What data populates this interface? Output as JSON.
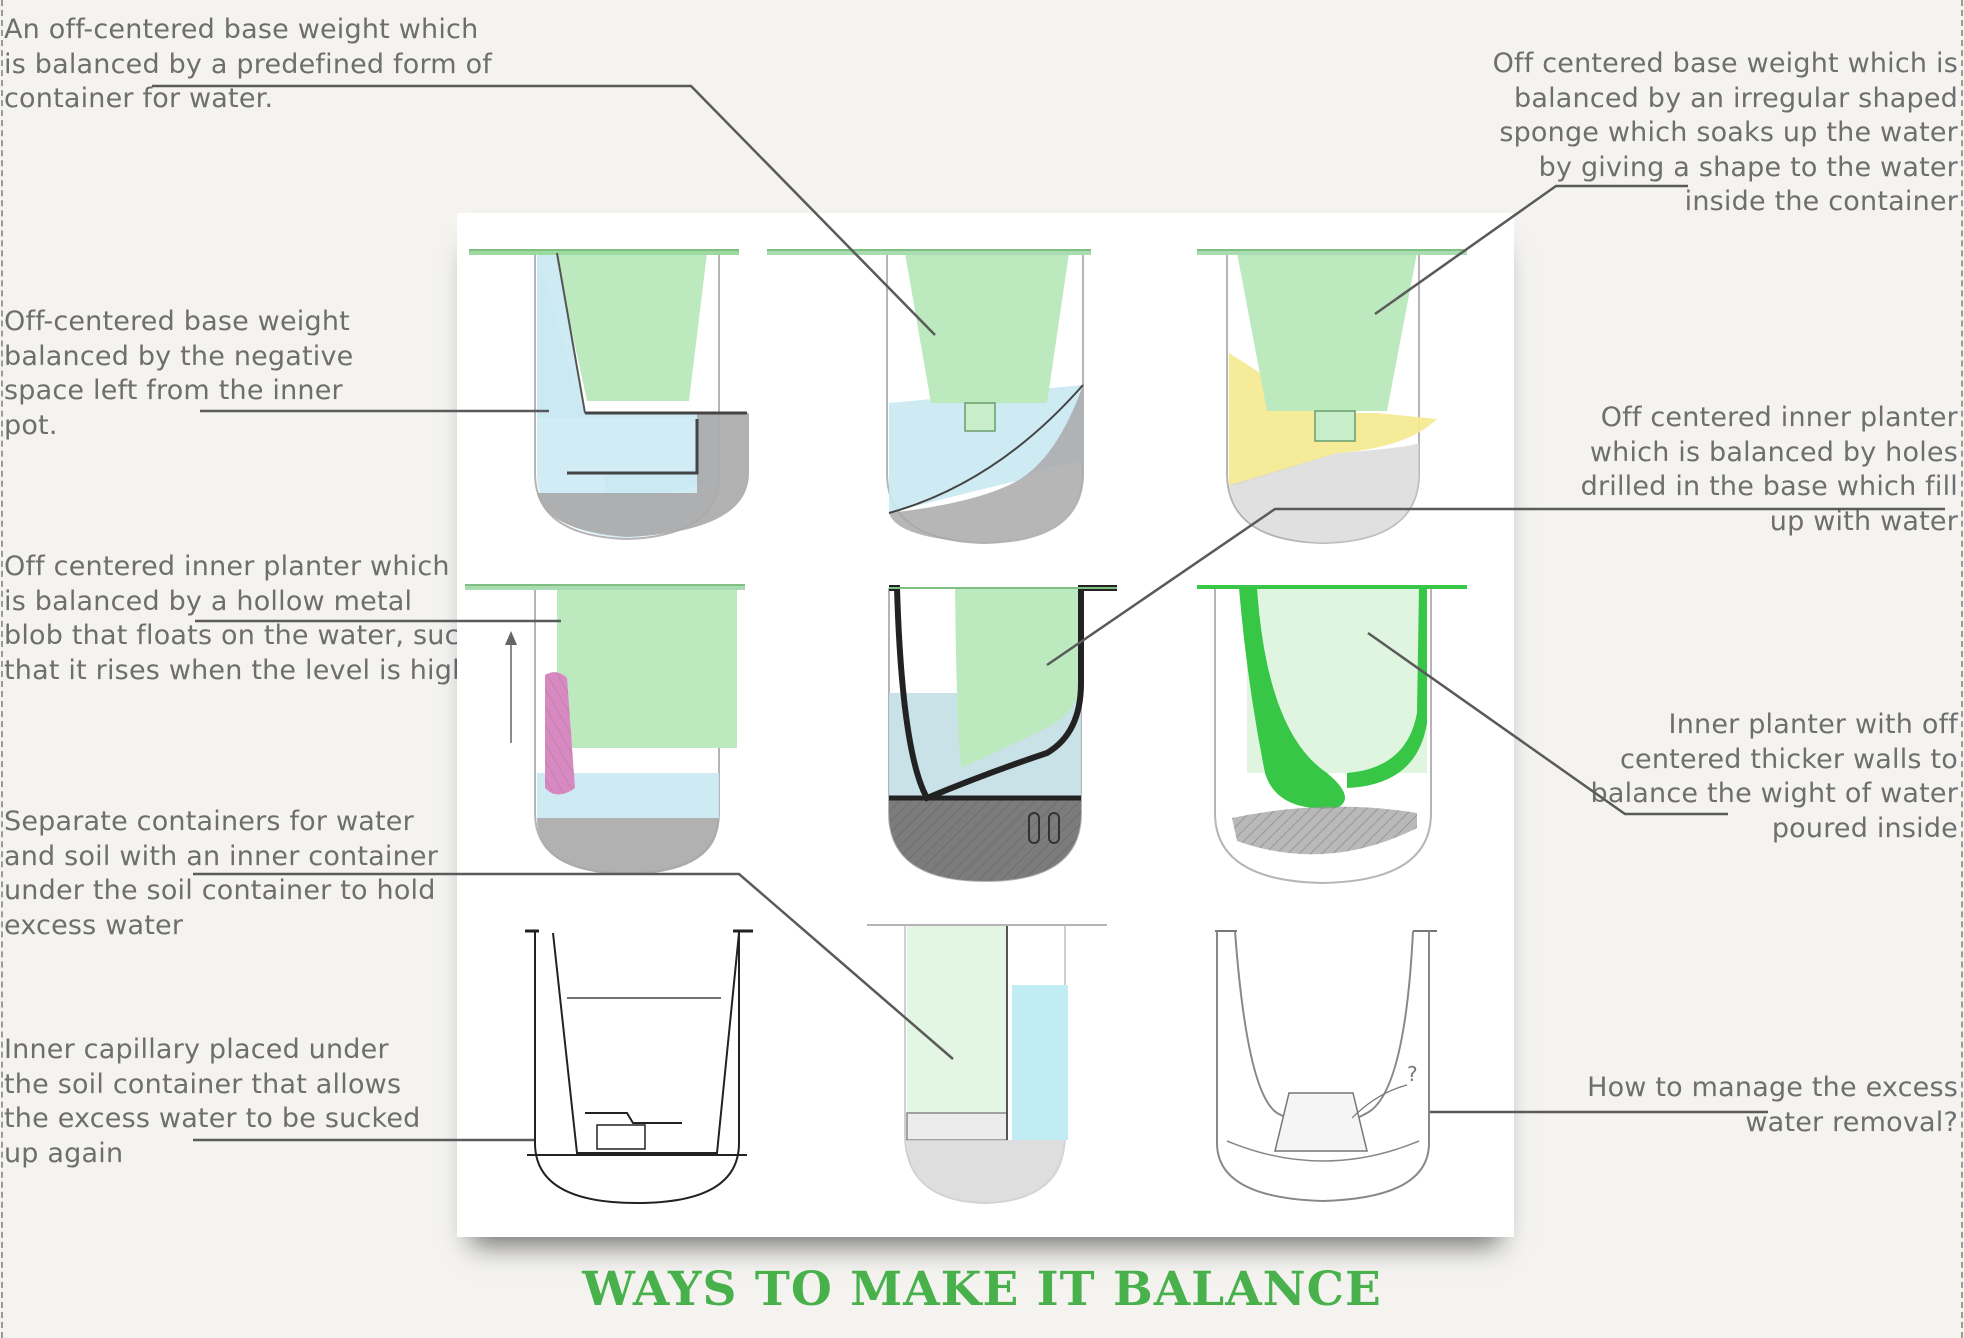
{
  "title": "WAYS TO MAKE IT BALANCE",
  "colors": {
    "background": "#f4f3f0",
    "panel": "#ffffff",
    "annotation_text": "#6e6e6e",
    "leader_line": "#5a5a5a",
    "title_green": "#49b14c",
    "soil_green": "#bde9bf",
    "water_blue": "#c9e9f2",
    "base_gray": "#a9a9a9",
    "sponge_yellow": "#f4ea92",
    "float_pink": "#d989c2",
    "wall_green": "#38c646"
  },
  "annotations": {
    "a1": "An off-centered base weight which\nis balanced by a predefined form of\ncontainer for water.",
    "a2": "Off centered base weight which is\nbalanced by an irregular shaped\nsponge which soaks up the water\nby giving a shape to the water\ninside the container",
    "a3": "Off-centered base weight\nbalanced by the negative\nspace left from the inner\npot.",
    "a4": "Off centered inner planter\nwhich is balanced by holes\ndrilled in the base which fill\nup with water",
    "a5": "Off centered inner planter which\nis balanced by a hollow metal\nblob that floats on the water, such\nthat it rises when the level is high",
    "a6": "Inner planter with off\ncentered thicker walls to\nbalance the wight of water\npoured inside",
    "a7": "Separate containers for water\nand soil with an inner container\nunder the soil container to hold\nexcess water",
    "a8": "Inner capillary placed under\nthe soil container that allows\nthe excess water to be sucked\nup again",
    "a9": "How to manage the excess\nwater removal?"
  },
  "sketch_marks": {
    "question_mark": "?"
  }
}
